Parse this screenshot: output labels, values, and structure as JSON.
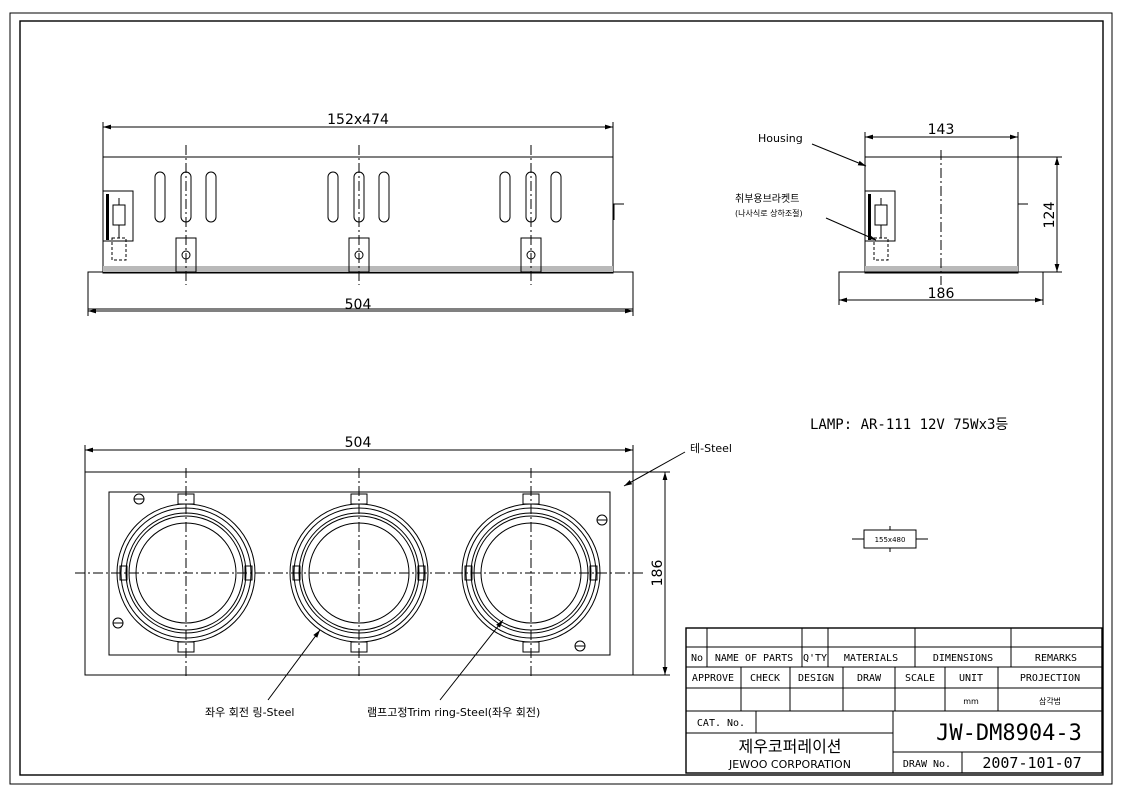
{
  "drawing": {
    "top_view": {
      "dim_top": "152x474",
      "dim_bottom": "504"
    },
    "side_view": {
      "dim_top": "143",
      "dim_right": "124",
      "dim_bottom": "186",
      "label_housing": "Housing",
      "label_bracket": "취부용브라켓트",
      "label_bracket_note": "(나사식로 상하조절)"
    },
    "front_view": {
      "dim_top": "504",
      "dim_right": "186",
      "label_frame": "테-Steel",
      "label_ring": "좌우 회전 링-Steel",
      "label_trim": "램프고정Trim ring-Steel(좌우 회전)"
    },
    "lamp_spec": "LAMP: AR-111 12V 75Wx3등",
    "cutout_label": "155x480"
  },
  "title_block": {
    "row1_headers": [
      "No",
      "NAME OF PARTS",
      "Q'TY",
      "MATERIALS",
      "DIMENSIONS",
      "REMARKS"
    ],
    "row2_headers": [
      "APPROVE",
      "CHECK",
      "DESIGN",
      "DRAW",
      "SCALE",
      "UNIT",
      "PROJECTION"
    ],
    "unit_value": "mm",
    "projection_value": "삼각법",
    "cat_no_label": "CAT. No.",
    "company_kr": "제우코퍼레이션",
    "company_en": "JEWOO CORPORATION",
    "drawing_number": "JW-DM8904-3",
    "draw_no_label": "DRAW No.",
    "draw_no_value": "2007-101-07"
  }
}
